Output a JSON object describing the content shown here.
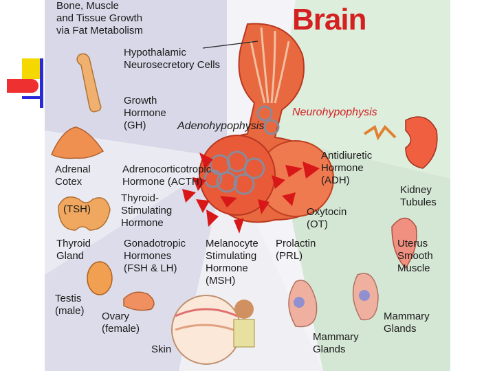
{
  "title": "Brain",
  "labels": {
    "bone_muscle": "Bone, Muscle\nand Tissue Growth\nvia Fat Metabolism",
    "hypothalamic": "Hypothalamic\nNeurosecretory Cells",
    "growth_hormone": "Growth\nHormone\n(GH)",
    "adenohypophysis": "Adenohypophysis",
    "neurohypophysis": "Neurohypophysis",
    "adrenal_cortex": "Adrenal\nCotex",
    "acth": "Adrenocorticotropic\nHormone (ACTH)",
    "adh": "Antidiuretic\nHormone\n(ADH)",
    "kidney": "Kidney\nTubules",
    "tsh_abbr": "(TSH)",
    "tsh": "Thyroid-\nStimulating\nHormone",
    "oxytocin": "Oxytocin\n(OT)",
    "thyroid": "Thyroid\nGland",
    "gonadotropic": "Gonadotropic\nHormones\n(FSH & LH)",
    "msh": "Melanocyte\nStimulating\nHormone\n(MSH)",
    "prolactin": "Prolactin\n(PRL)",
    "uterus": "Uterus\nSmooth\nMuscle",
    "testis": "Testis\n(male)",
    "ovary": "Ovary\n(female)",
    "skin": "Skin",
    "mammary_center": "Mammary\nGlands",
    "mammary_right": "Mammary\nGlands"
  },
  "colors": {
    "title": "#d42020",
    "gland": "#e05030",
    "arrow": "#d81818",
    "bullet_yellow": "#f5d800",
    "bullet_blue": "#2a2ad8",
    "bullet_red": "#ee2222"
  }
}
